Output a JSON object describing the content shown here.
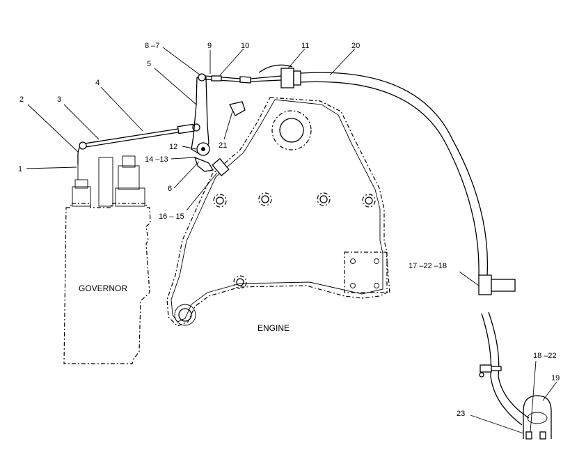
{
  "labels": {
    "governor": "GOVERNOR",
    "engine": "ENGINE"
  },
  "callouts": {
    "c1": "1",
    "c2": "2",
    "c3": "3",
    "c4": "4",
    "c5": "5",
    "c6": "6",
    "c8_7": "8 –7",
    "c9": "9",
    "c10": "10",
    "c11": "11",
    "c12": "12",
    "c14_13": "14 –13",
    "c16_15": "16 – 15",
    "c17_22_18": "17 –22 –18",
    "c18_22": "18 –22",
    "c19": "19",
    "c20": "20",
    "c21": "21",
    "c23": "23"
  }
}
